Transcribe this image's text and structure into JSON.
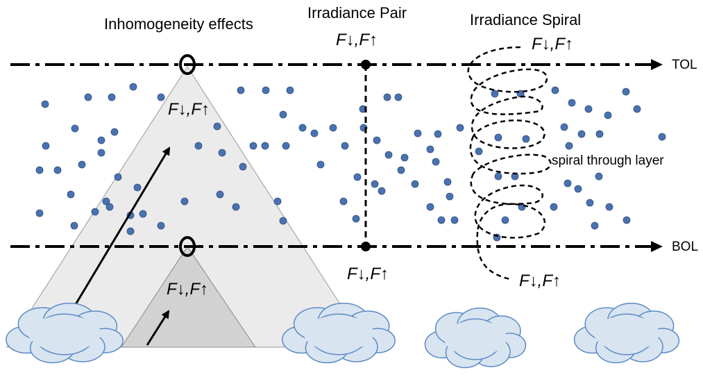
{
  "titles": {
    "inhomogeneity": "Inhomogeneity effects",
    "irradiance_pair": "Irradiance Pair",
    "irradiance_spiral": "Irradiance Spiral"
  },
  "layer_labels": {
    "top": "TOL",
    "bottom": "BOL"
  },
  "annotations": {
    "spiral_through_layer": "spiral through layer"
  },
  "flux_labels": {
    "large_cone": "F↓,F↑",
    "small_cone": "F↓,F↑",
    "pair_top": "F↓,F↑",
    "pair_bottom": "F↓,F↑",
    "spiral_top": "F↓,F↑",
    "spiral_bottom": "F↓,F↑"
  },
  "colors": {
    "particle_fill": "#4a72b0",
    "cone_fill": "#e8e8e8",
    "cloud_fill": "#d8e4f0",
    "cloud_stroke": "#5b8ac6",
    "line": "#000000"
  }
}
